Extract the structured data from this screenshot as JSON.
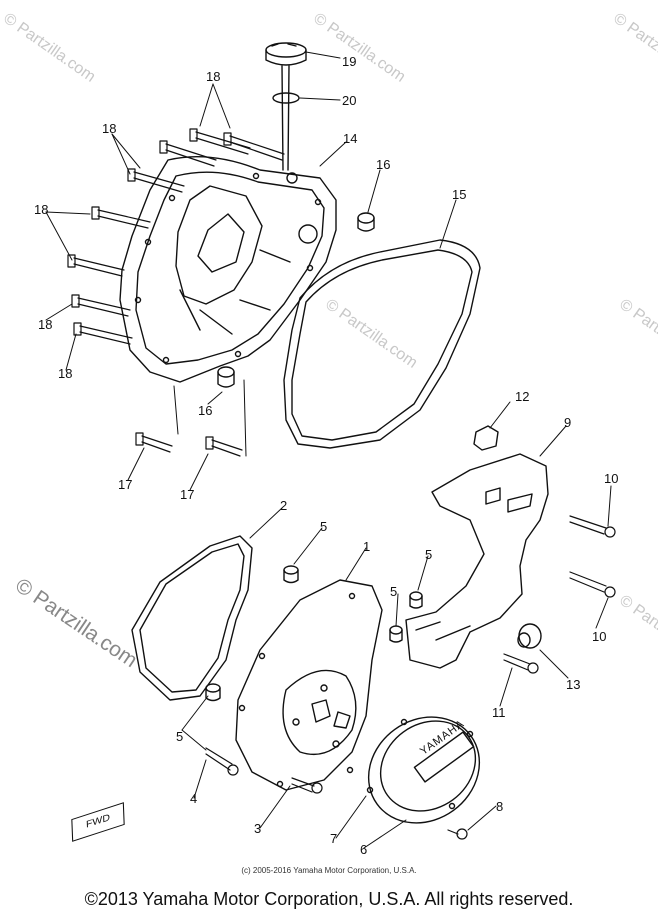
{
  "callouts": [
    "19",
    "20",
    "18",
    "18",
    "14",
    "16",
    "15",
    "18",
    "18",
    "18",
    "16",
    "17",
    "17",
    "12",
    "9",
    "10",
    "10",
    "2",
    "5",
    "1",
    "5",
    "5",
    "13",
    "11",
    "5",
    "4",
    "3",
    "7",
    "8",
    "6"
  ],
  "watermarks": {
    "corner": "© Partzilla.com",
    "side": "© Partzilla.com"
  },
  "fwd_label": "FWD",
  "cover_logo": "YAMAHA",
  "small_copyright": "(c) 2005-2016 Yamaha Motor Corporation, U.S.A.",
  "footer_copyright": "©2013 Yamaha Motor Corporation, U.S.A. All rights reserved."
}
